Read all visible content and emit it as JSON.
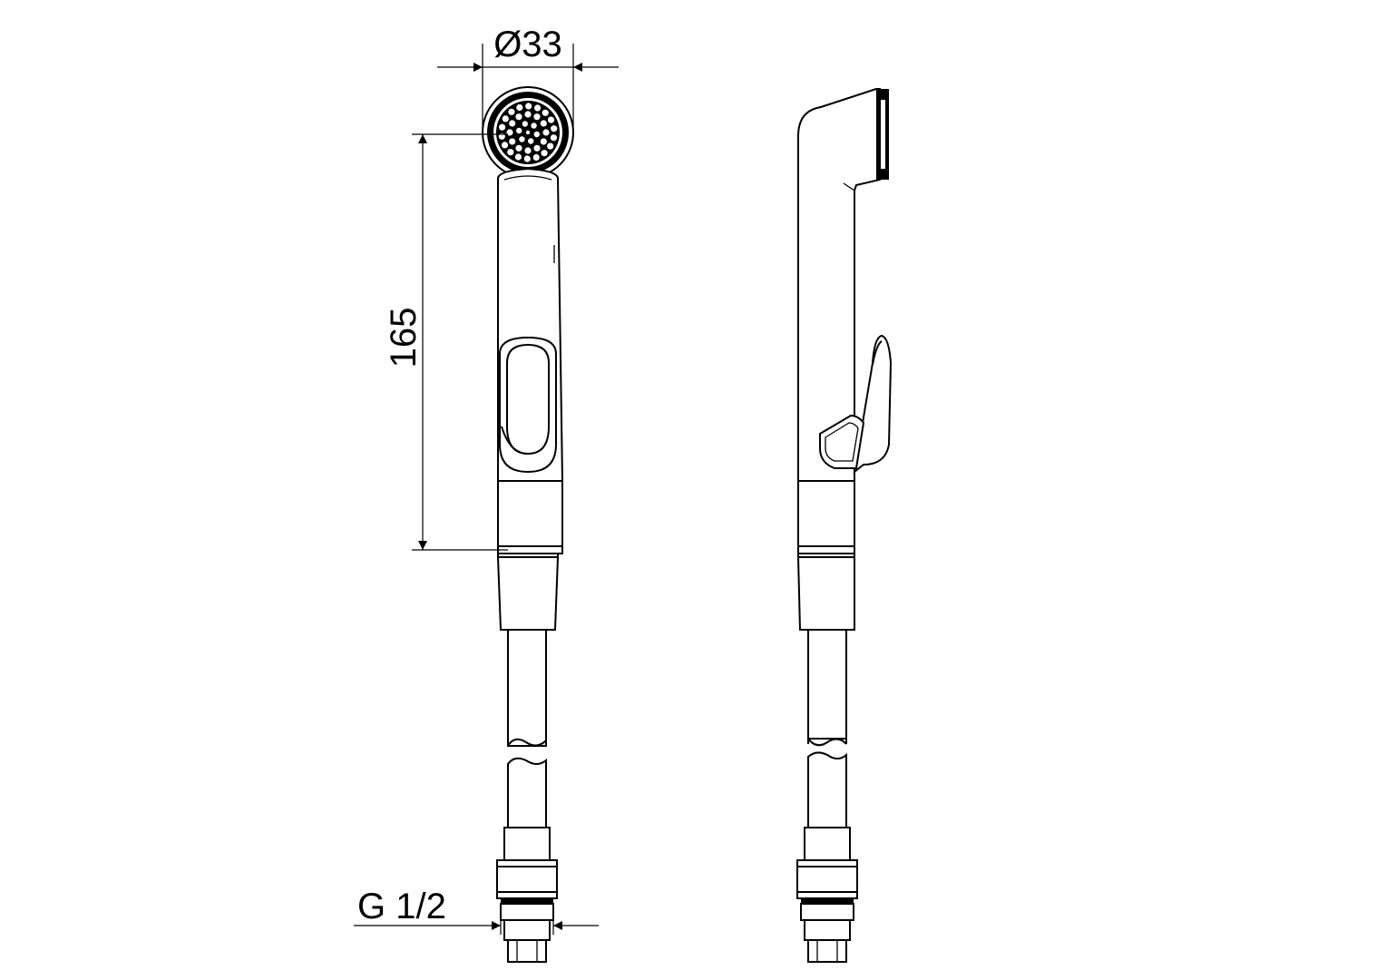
{
  "dimensions": {
    "diameter_label": "Ø33",
    "length_label": "165",
    "thread_label": "G 1/2"
  },
  "colors": {
    "line": "#000000",
    "background": "#ffffff"
  }
}
